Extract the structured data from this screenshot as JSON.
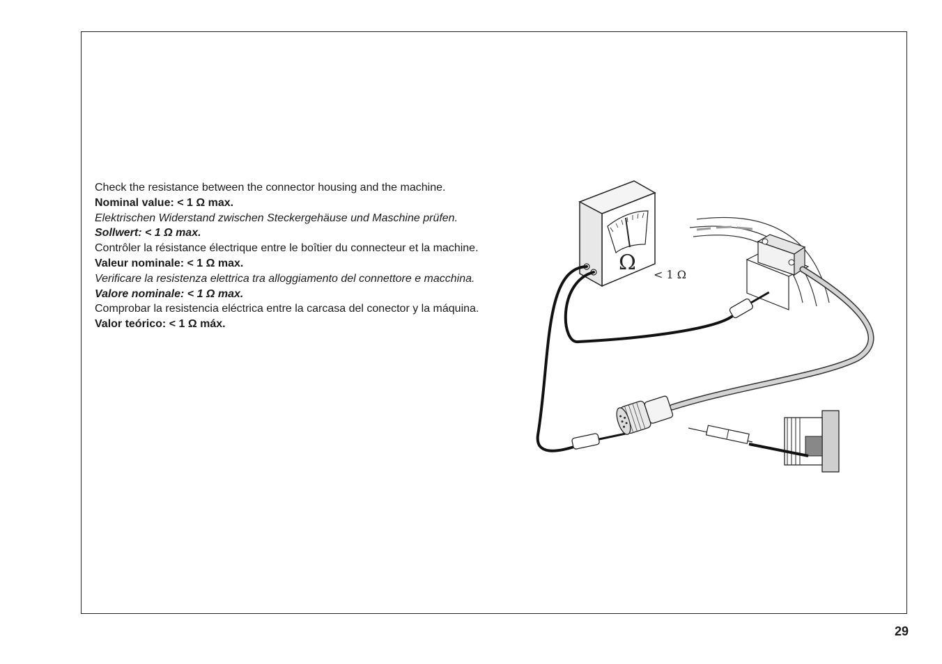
{
  "instructions": [
    {
      "lang": "en",
      "text": "Check the resistance between the connector housing and the machine.",
      "nominal": "Nominal value: < 1 Ω max."
    },
    {
      "lang": "de",
      "text": "Elektrischen Widerstand zwischen Steckergehäuse und Maschine prüfen.",
      "nominal": "Sollwert: < 1 Ω max."
    },
    {
      "lang": "fr",
      "text": "Contrôler la résistance électrique entre le boîtier du connecteur et la machine.",
      "nominal": "Valeur nominale: < 1 Ω max."
    },
    {
      "lang": "it",
      "text": "Verificare la resistenza elettrica tra alloggiamento del connettore e macchina.",
      "nominal": "Valore nominale: < 1 Ω max."
    },
    {
      "lang": "es",
      "text": "Comprobar la resistencia eléctrica entre la carcasa del conector y la máquina.",
      "nominal": "Valor teórico: < 1 Ω máx."
    }
  ],
  "illustration": {
    "meter_symbol": "Ω",
    "resistance_label": "< 1 Ω",
    "icons": [
      "ohmmeter-icon",
      "test-lead-icon",
      "connector-icon",
      "scanning-head-icon",
      "socket-icon"
    ]
  },
  "page_number": "29"
}
